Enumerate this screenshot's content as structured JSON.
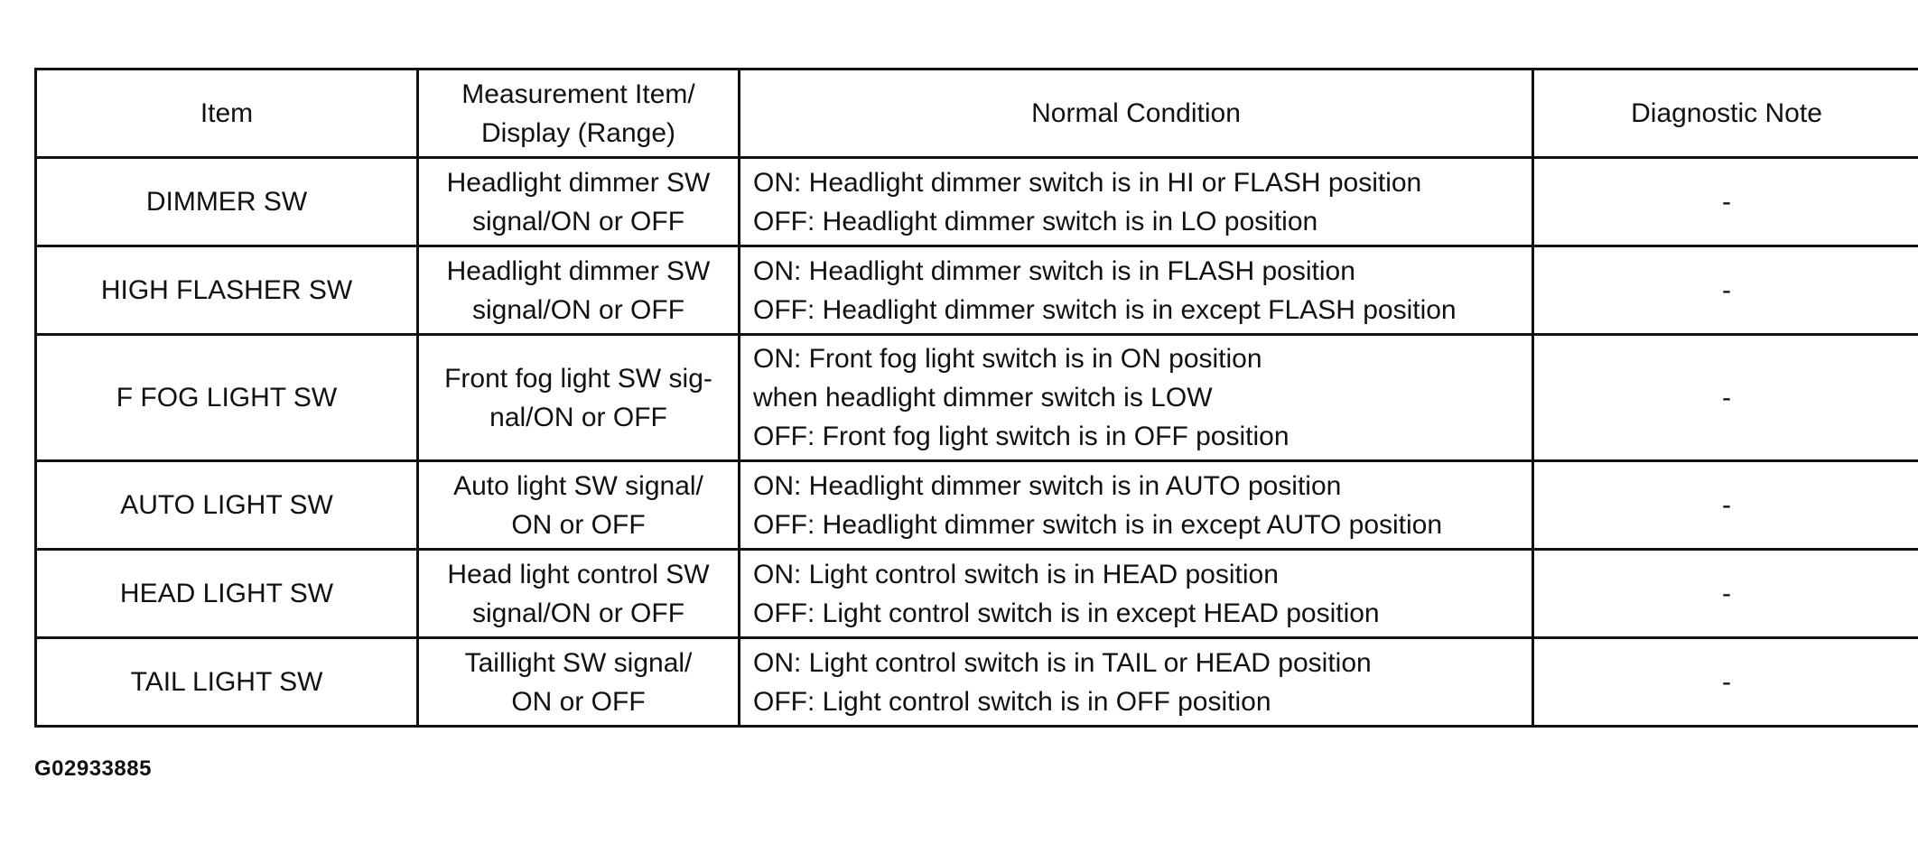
{
  "headers": {
    "item": "Item",
    "measurement": [
      "Measurement Item/",
      "Display (Range)"
    ],
    "condition": "Normal Condition",
    "note": "Diagnostic Note"
  },
  "rows": [
    {
      "item": "DIMMER SW",
      "measurement": [
        "Headlight dimmer SW",
        "signal/ON or OFF"
      ],
      "condition": [
        "ON: Headlight dimmer switch is in HI or FLASH position",
        "OFF: Headlight dimmer switch is in LO position"
      ],
      "note": "-"
    },
    {
      "item": "HIGH FLASHER SW",
      "measurement": [
        "Headlight dimmer SW",
        "signal/ON or OFF"
      ],
      "condition": [
        "ON: Headlight dimmer switch is in FLASH position",
        "OFF: Headlight dimmer switch is in except FLASH position"
      ],
      "note": "-"
    },
    {
      "item": "F FOG LIGHT SW",
      "measurement": [
        "Front fog light SW sig-",
        "nal/ON or OFF"
      ],
      "condition": [
        "ON: Front fog light switch is in ON position",
        "when headlight dimmer switch is LOW",
        "OFF: Front fog light switch is in OFF position"
      ],
      "note": "-"
    },
    {
      "item": "AUTO LIGHT SW",
      "measurement": [
        "Auto light SW signal/",
        "ON or OFF"
      ],
      "condition": [
        "ON: Headlight dimmer switch is in AUTO position",
        "OFF: Headlight dimmer switch is in except AUTO position"
      ],
      "note": "-"
    },
    {
      "item": "HEAD LIGHT SW",
      "measurement": [
        "Head light control SW",
        "signal/ON or OFF"
      ],
      "condition": [
        "ON: Light control switch is in HEAD position",
        "OFF: Light control switch is in except HEAD position"
      ],
      "note": "-"
    },
    {
      "item": "TAIL LIGHT SW",
      "measurement": [
        "Taillight SW signal/",
        "ON or OFF"
      ],
      "condition": [
        "ON: Light control switch is in TAIL or HEAD position",
        "OFF: Light control switch is in OFF position"
      ],
      "note": "-"
    }
  ],
  "figure_code": "G02933885"
}
